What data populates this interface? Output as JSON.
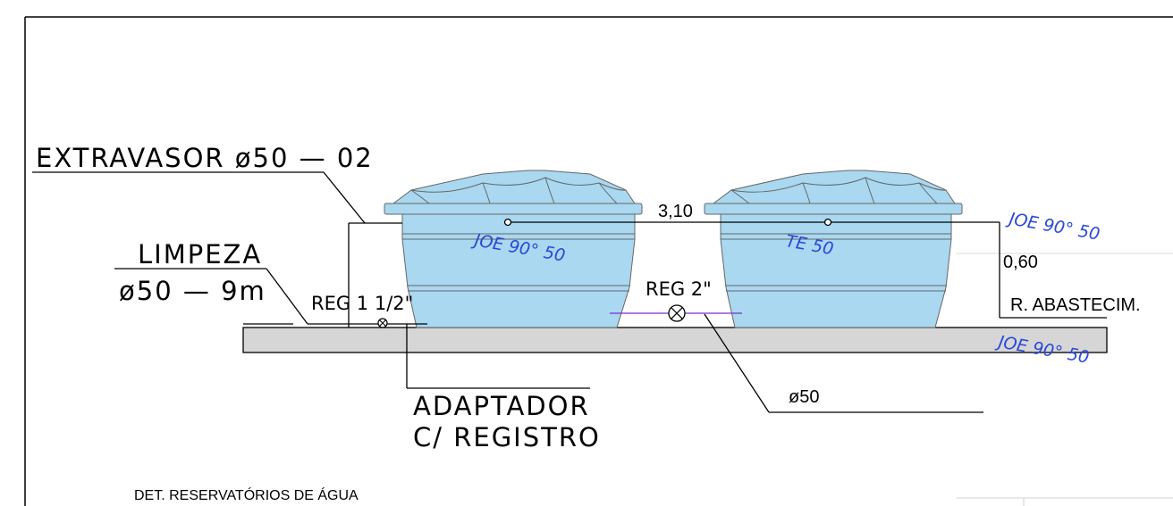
{
  "labels": {
    "extravasor": "EXTRAVASOR ø50 — 02",
    "limpeza_line1": "LIMPEZA",
    "limpeza_line2": "ø50 — 9m",
    "reg_small": "REG 1 1/2\"",
    "reg_large": "REG 2\"",
    "dimension_top": "3,10",
    "dimension_side": "0,60",
    "abastecimento": "R. ABASTECIM.",
    "adaptador_line1": "ADAPTADOR",
    "adaptador_line2": "C/ REGISTRO",
    "pipe_diameter": "ø50",
    "title": "DET. RESERVATÓRIOS DE ÁGUA"
  },
  "fittings": {
    "joe_left": "JOE 90° 50",
    "te_middle": "TE 50",
    "joe_right_top": "JOE 90° 50",
    "joe_right_bottom": "JOE 90° 50"
  },
  "colors": {
    "tank_fill": "#a9d8f0",
    "slab_fill": "#d6d6d6",
    "annotation_blue": "#2a49d8",
    "pipe_purple": "#7a2fd0"
  }
}
